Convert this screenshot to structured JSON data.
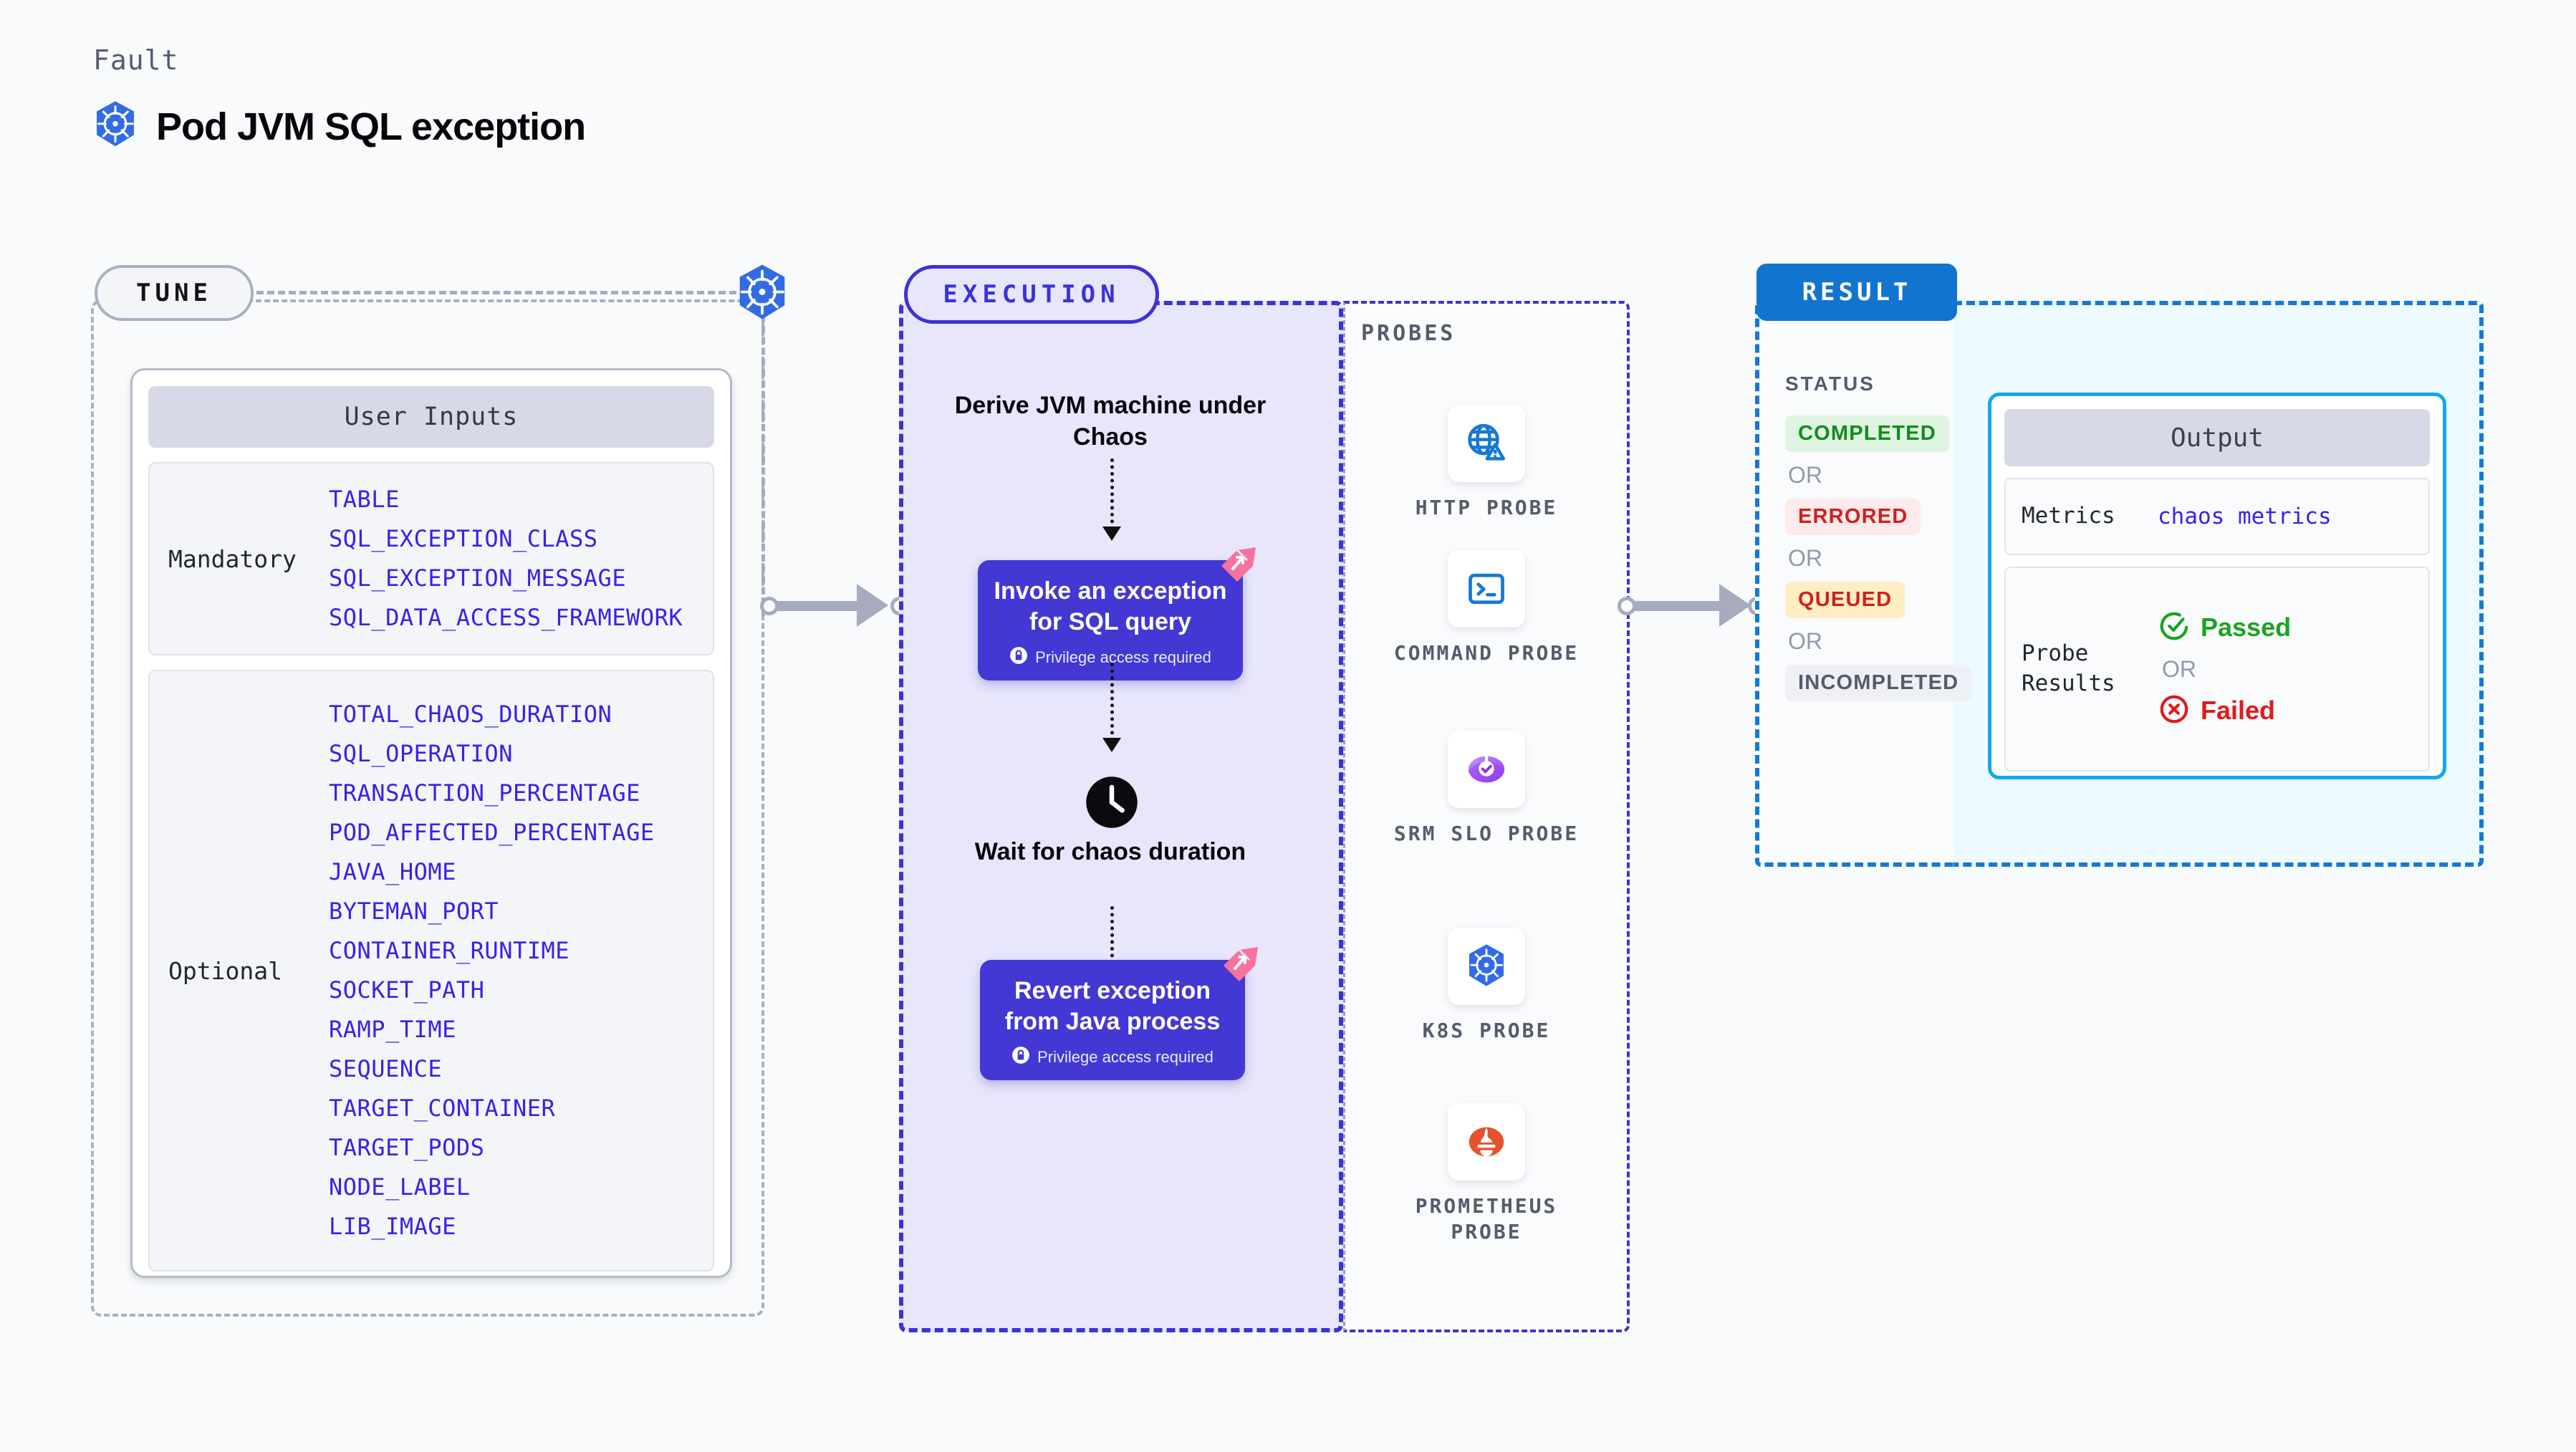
{
  "header": {
    "kicker": "Fault",
    "title": "Pod JVM SQL exception",
    "icon": "kubernetes-icon"
  },
  "tune": {
    "pill": "TUNE",
    "card_header": "User Inputs",
    "groups": [
      {
        "label": "Mandatory",
        "params": [
          "TABLE",
          "SQL_EXCEPTION_CLASS",
          "SQL_EXCEPTION_MESSAGE",
          "SQL_DATA_ACCESS_FRAMEWORK"
        ]
      },
      {
        "label": "Optional",
        "params": [
          "TOTAL_CHAOS_DURATION",
          "SQL_OPERATION",
          "TRANSACTION_PERCENTAGE",
          "POD_AFFECTED_PERCENTAGE",
          "JAVA_HOME",
          "BYTEMAN_PORT",
          "CONTAINER_RUNTIME",
          "SOCKET_PATH",
          "RAMP_TIME",
          "SEQUENCE",
          "TARGET_CONTAINER",
          "TARGET_PODS",
          "NODE_LABEL",
          "LIB_IMAGE"
        ]
      }
    ]
  },
  "execution": {
    "pill": "EXECUTION",
    "steps": [
      {
        "kind": "text",
        "label": "Derive JVM machine under Chaos"
      },
      {
        "kind": "box",
        "label": "Invoke an exception for SQL query",
        "note": "Privilege access required",
        "icon": "lock-icon",
        "badge": "litmus-corner-icon"
      },
      {
        "kind": "text",
        "label": "Wait for chaos duration",
        "icon": "clock-icon"
      },
      {
        "kind": "box",
        "label": "Revert exception from Java process",
        "note": "Privilege access required",
        "icon": "lock-icon",
        "badge": "litmus-corner-icon"
      }
    ]
  },
  "probes": {
    "label": "PROBES",
    "items": [
      {
        "caption": "HTTP PROBE",
        "icon": "globe-warning-icon"
      },
      {
        "caption": "COMMAND PROBE",
        "icon": "terminal-icon"
      },
      {
        "caption": "SRM SLO PROBE",
        "icon": "srm-slo-icon"
      },
      {
        "caption": "K8S PROBE",
        "icon": "kubernetes-icon"
      },
      {
        "caption": "PROMETHEUS PROBE",
        "icon": "prometheus-icon"
      }
    ]
  },
  "result": {
    "pill": "RESULT",
    "status_label": "STATUS",
    "or_label": "OR",
    "statuses": [
      {
        "label": "COMPLETED",
        "bg": "#dff5e1",
        "fg": "#148a1e"
      },
      {
        "label": "ERRORED",
        "bg": "#fdeaea",
        "fg": "#cf2020"
      },
      {
        "label": "QUEUED",
        "bg": "#fdeec3",
        "fg": "#cf2020"
      },
      {
        "label": "INCOMPLETED",
        "bg": "#eef0f5",
        "fg": "#565b6c"
      }
    ]
  },
  "output": {
    "header": "Output",
    "metrics_key": "Metrics",
    "metrics_value": "chaos metrics",
    "probe_key": "Probe Results",
    "or_label": "OR",
    "passed": "Passed",
    "failed": "Failed",
    "passed_icon": "check-circle-icon",
    "failed_icon": "x-circle-icon"
  },
  "colors": {
    "accent_indigo": "#3c32d5",
    "accent_blue": "#1174cf",
    "accent_cyan": "#13a9e8",
    "param_blue": "#3722e8",
    "pink": "#f8729e",
    "k8s_blue": "#326ce5"
  }
}
